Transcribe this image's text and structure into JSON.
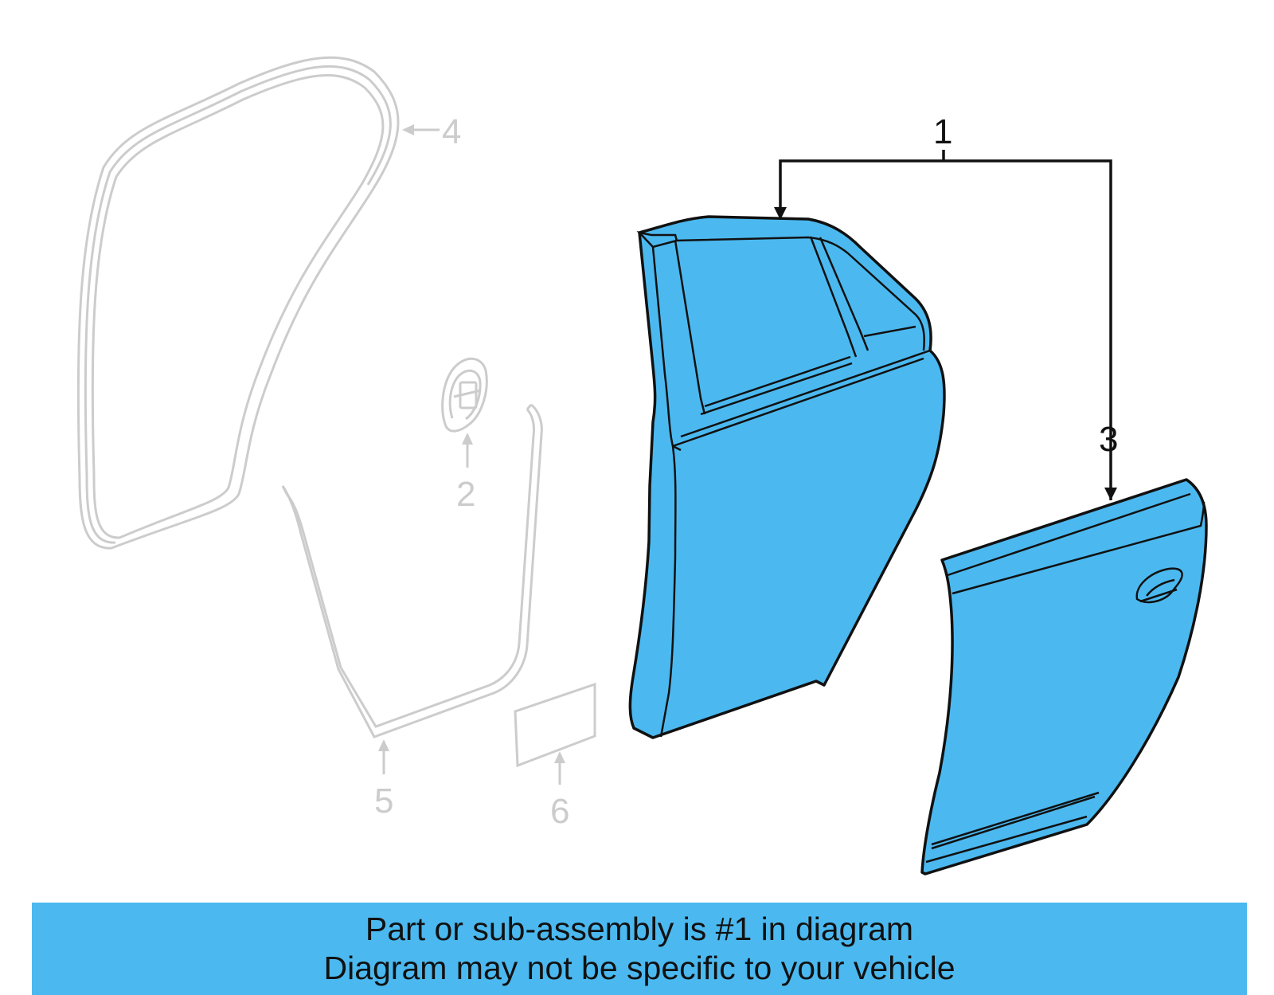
{
  "callouts": {
    "c1": "1",
    "c2": "2",
    "c3": "3",
    "c4": "4",
    "c5": "5",
    "c6": "6"
  },
  "banner": {
    "line1": "Part or sub-assembly is #1 in diagram",
    "line2": "Diagram may not be specific to your vehicle"
  },
  "colors": {
    "highlight": "#4bb9f0",
    "ghost_outline": "#cccccc",
    "outline": "#111111"
  }
}
